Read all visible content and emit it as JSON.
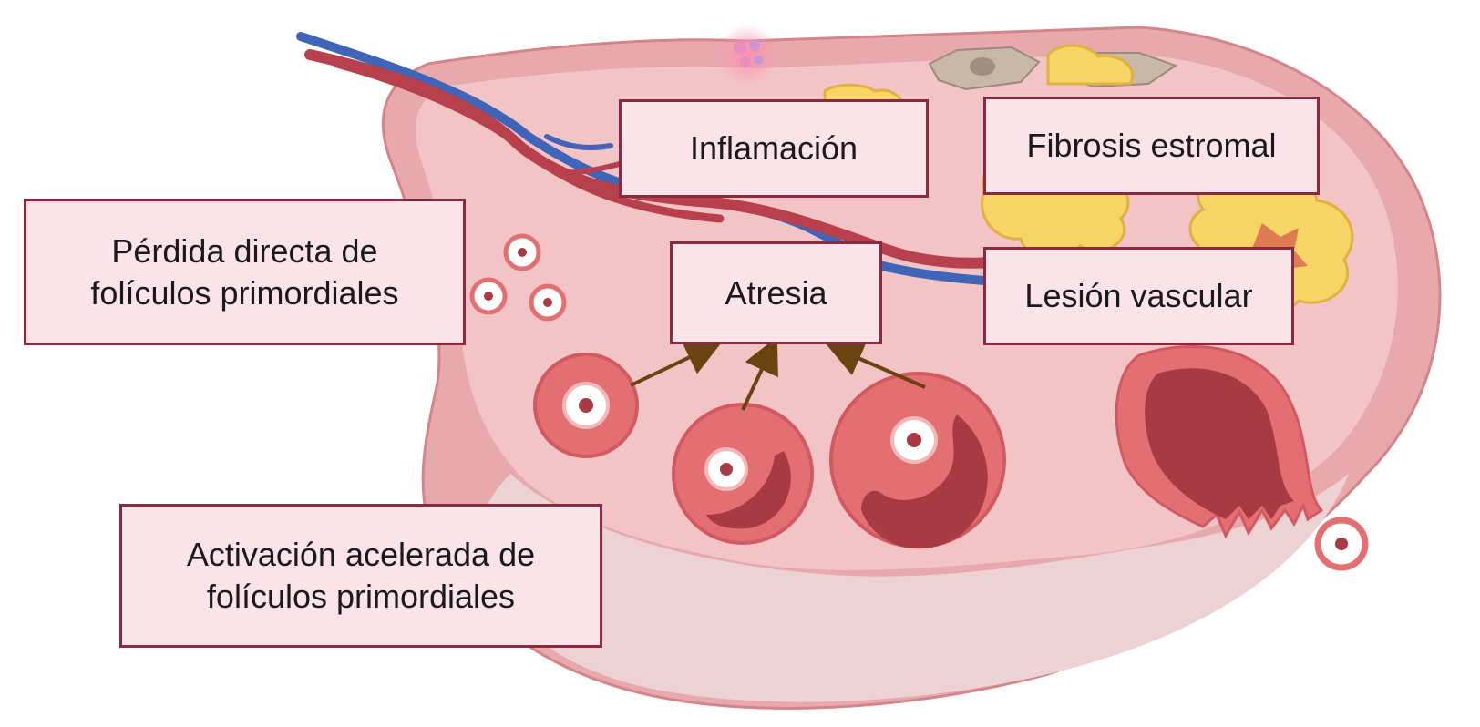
{
  "labels": {
    "inflamacion": "Inflamación",
    "fibrosis": "Fibrosis estromal",
    "perdida": [
      "Pérdida directa de",
      "folículos primordiales"
    ],
    "atresia": "Atresia",
    "lesion": "Lesión vascular",
    "activacion": [
      "Activación acelerada de",
      "folículos primordiales"
    ]
  },
  "colors": {
    "ovary_outer": "#e8a9ad",
    "ovary_inner": "#f2c4c6",
    "ovary_lower": "#ecd2d4",
    "label_fill": "#fbe3ea",
    "label_border": "#8a2a40",
    "artery": "#b8404c",
    "vein": "#3f64b8",
    "follicle": "#e46f72",
    "follicle_dark": "#a83a44",
    "fat": "#f7d466",
    "arrow": "#6b4210",
    "stromal_cell": "#c9b8a8"
  }
}
